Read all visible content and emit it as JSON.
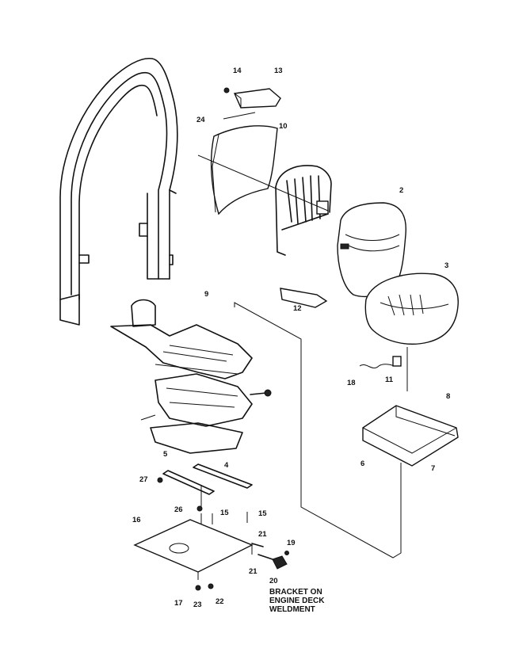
{
  "callouts": [
    {
      "id": "c14",
      "text": "14"
    },
    {
      "id": "c13",
      "text": "13"
    },
    {
      "id": "c24",
      "text": "24"
    },
    {
      "id": "c10",
      "text": "10"
    },
    {
      "id": "c2",
      "text": "2"
    },
    {
      "id": "c3",
      "text": "3"
    },
    {
      "id": "c9",
      "text": "9"
    },
    {
      "id": "c12",
      "text": "12"
    },
    {
      "id": "c18",
      "text": "18"
    },
    {
      "id": "c11",
      "text": "11"
    },
    {
      "id": "c8",
      "text": "8"
    },
    {
      "id": "c6",
      "text": "6"
    },
    {
      "id": "c7",
      "text": "7"
    },
    {
      "id": "c5",
      "text": "5"
    },
    {
      "id": "c4",
      "text": "4"
    },
    {
      "id": "c27",
      "text": "27"
    },
    {
      "id": "c26",
      "text": "26"
    },
    {
      "id": "c15a",
      "text": "15"
    },
    {
      "id": "c15b",
      "text": "15"
    },
    {
      "id": "c16",
      "text": "16"
    },
    {
      "id": "c21a",
      "text": "21"
    },
    {
      "id": "c19",
      "text": "19"
    },
    {
      "id": "c21b",
      "text": "21"
    },
    {
      "id": "c20",
      "text": "20"
    },
    {
      "id": "c17",
      "text": "17"
    },
    {
      "id": "c23",
      "text": "23"
    },
    {
      "id": "c22",
      "text": "22"
    }
  ],
  "note": {
    "line1": "BRACKET ON",
    "line2": "ENGINE DECK",
    "line3": "WELDMENT"
  }
}
